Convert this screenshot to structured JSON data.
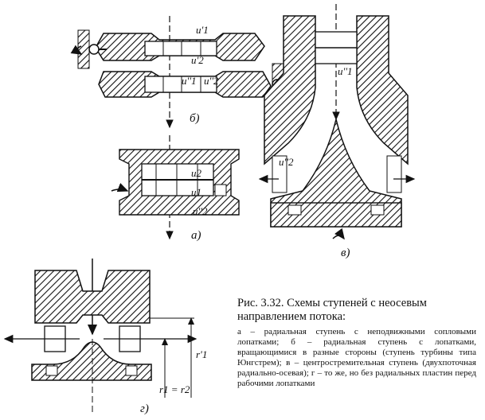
{
  "figure": {
    "diagram_b": {
      "labels": [
        "u'1",
        "u'2",
        "u''1",
        "u''2"
      ],
      "letter": "б)"
    },
    "diagram_a": {
      "labels": [
        "u2",
        "u1",
        "u''2"
      ],
      "letter": "а)"
    },
    "diagram_v": {
      "labels": [
        "u''1",
        "u''2"
      ],
      "letter": "в)"
    },
    "diagram_g": {
      "labels": [
        "r'1",
        "r1 = r2"
      ],
      "letter": "г)"
    }
  },
  "caption": {
    "title": "Рис. 3.32. Схемы ступеней с неосевым направлением потока:",
    "body": "а – радиальная ступень с неподвижными сопловыми лопатками; б – радиальная ступень с лопатками, вращающимися в разные стороны (ступень турбины типа Юнгстрем); в – центростремительная ступень (двухпоточная радиально-осевая); г – то же, но без радиальных пластин перед рабочими лопатками"
  },
  "colors": {
    "ink": "#111111",
    "paper": "#ffffff"
  }
}
